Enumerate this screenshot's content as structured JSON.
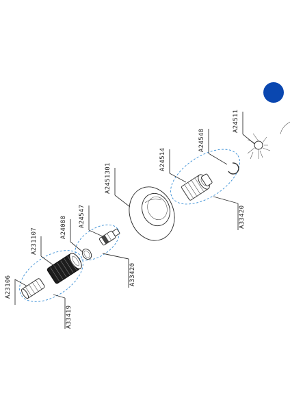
{
  "diagram": {
    "part_labels": {
      "a23106": "A23106",
      "a231107": "A231107",
      "a24088": "A24088",
      "a24547": "A24547",
      "a2451301": "A2451301",
      "a24514": "A24514",
      "a24548": "A24548",
      "a24511": "A24511",
      "a33419": "A33419",
      "a33420_lower": "A33420",
      "a33420_upper": "A33420"
    },
    "colors": {
      "accent_dot": "#0a47b0",
      "group_ring": "#3a8fd6",
      "line": "#333333"
    },
    "icons": {
      "brand_dot": "filled-circle",
      "page_arc": "arc"
    }
  }
}
